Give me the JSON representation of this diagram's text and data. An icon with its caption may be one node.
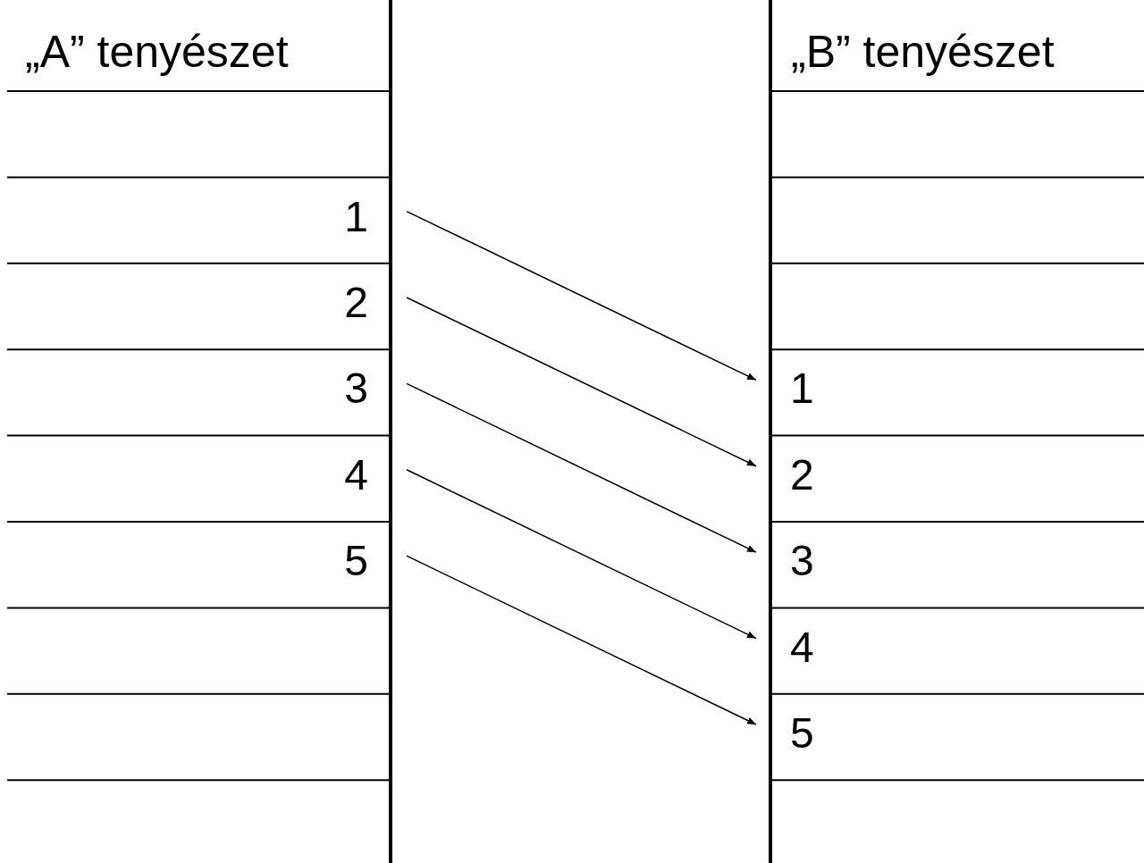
{
  "diagram": {
    "nodes": [
      {
        "text": [
          "1"
        ]
      },
      {
        "text": [
          "2"
        ]
      },
      {
        "text": [
          "3"
        ]
      },
      {
        "text": [
          "4"
        ]
      },
      {
        "text": [
          "5"
        ]
      },
      {
        "text": [
          "1"
        ]
      },
      {
        "text": [
          "2"
        ]
      },
      {
        "text": [
          "3"
        ]
      },
      {
        "text": [
          "4"
        ]
      },
      {
        "text": [
          "5"
        ]
      }
    ],
    "edges": [
      {
        "from": 0,
        "to": 5,
        "arrow": "to"
      },
      {
        "from": 1,
        "to": 6,
        "arrow": "to"
      },
      {
        "from": 2,
        "to": 7,
        "arrow": "to"
      },
      {
        "from": 3,
        "to": 8,
        "arrow": "to"
      },
      {
        "from": 4,
        "to": 9,
        "arrow": "to"
      }
    ],
    "labels": [
      "„A” tenyészet",
      "„B” tenyészet"
    ]
  }
}
